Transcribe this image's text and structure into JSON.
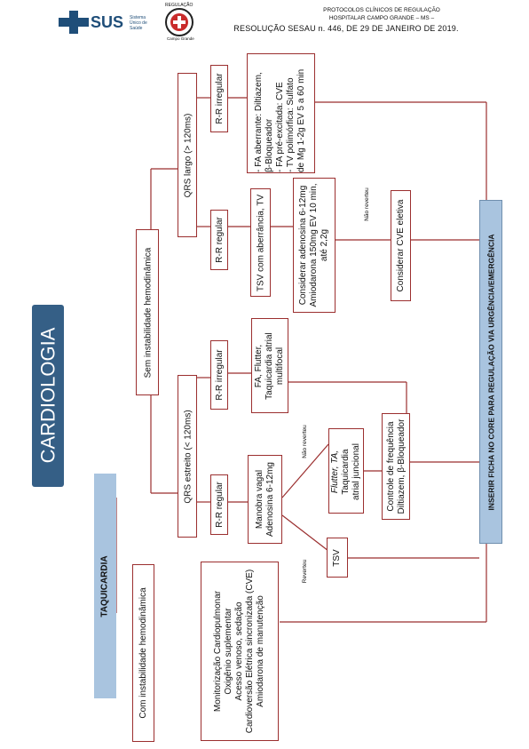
{
  "header": {
    "protocol_line1": "PROTOCOLOS CLÍNICOS DE REGULAÇÃO",
    "protocol_line2": "HOSPITALAR CAMPO GRANDE – MS –",
    "resolution": "RESOLUÇÃO SESAU n. 446, DE 29 DE JANEIRO DE 2019.",
    "sus_logo": "SUS",
    "sus_sub": "Sistema Único de Saúde",
    "reg_logo_top": "REGULAÇÃO",
    "reg_logo_bottom": "Campo Grande"
  },
  "title": "CARDIOLOGIA",
  "category": "TAQUICARDIA",
  "nodes": {
    "com_instabilidade": "Com instabilidade hemodinâmica",
    "com_instabilidade_actions": [
      "Monitorização Cardiopulmonar",
      "Oxigênio suplementar",
      "Acesso venoso, sedação",
      "Cardioversão Elétrica sincronizada (CVE)",
      "Amiodarona de manutenção"
    ],
    "sem_instabilidade": "Sem instabilidade hemodinâmica",
    "qrs_estreito": "QRS estreito (< 120ms)",
    "qrs_largo": "QRS largo (> 120ms)",
    "rr_regular_1": "R-R regular",
    "rr_irregular_1": "R-R irregular",
    "rr_regular_2": "R-R regular",
    "rr_irregular_2": "R-R irregular",
    "manobra": [
      "Manobra vagal",
      "Adenosina 6-12mg"
    ],
    "fa_flutter": [
      "FA, Flutter,",
      "Taquicardia atrial",
      "multifocal"
    ],
    "tsv_aberrancia": "TSV com aberrância, TV",
    "fa_aberrante": [
      "- FA aberrante: Diltiazem,",
      "β-Bloqueador",
      "- FA pré-excitada: CVE",
      "- TV polimórfica: Sulfato",
      "de Mg 1-2g EV 5 a 60 min"
    ],
    "considerar_adenosina": [
      "Considerar adenosina 6-12mg",
      "Amiodarona 150mg EV 10 min,",
      "até 2,2g"
    ],
    "considerar_cve": "Considerar CVE eletiva",
    "tsv": "TSV",
    "flutter_ta": [
      "Flutter, TA,",
      "Taquicardia",
      "atrial juncional"
    ],
    "controle_freq": [
      "Controle de frequência",
      "Diltiazem, β-Bloqueador"
    ],
    "inserir_ficha": "INSERIR FICHA NO CORE PARA REGULAÇÃO VIA URGÊNCIA/EMERGÊNCIA",
    "reverteu": "Reverteu",
    "nao_reverteu_1": "Não reverteu",
    "nao_reverteu_2": "Não reverteu"
  },
  "colors": {
    "border": "#9b2f2f",
    "title_bg": "#355f86",
    "category_bg": "#a9c4df",
    "inserir_bg": "#a9c4df",
    "sus_blue": "#1f4e79"
  }
}
